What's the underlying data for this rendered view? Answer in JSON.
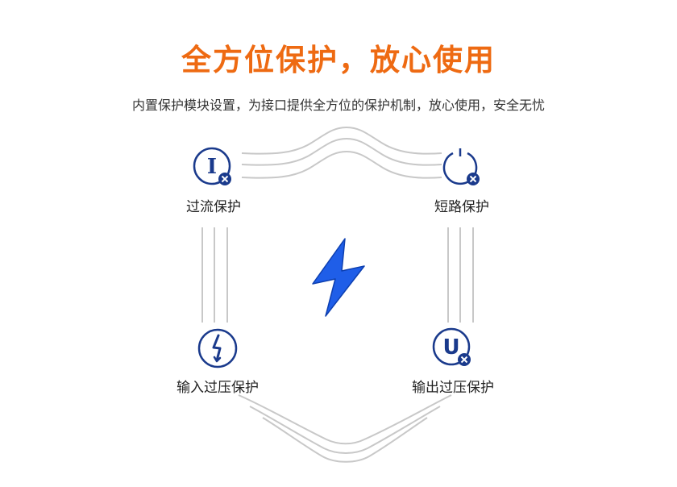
{
  "header": {
    "title": "全方位保护，放心使用",
    "subtitle": "内置保护模块设置，为接口提供全方位的保护机制，放心使用，安全无忧"
  },
  "features": [
    {
      "label": "过流保护",
      "icon": "overcurrent-icon"
    },
    {
      "label": "短路保护",
      "icon": "short-circuit-icon"
    },
    {
      "label": "输入过压保护",
      "icon": "input-overvoltage-icon"
    },
    {
      "label": "输出过压保护",
      "icon": "output-overvoltage-icon"
    }
  ],
  "icon_glyphs": {
    "overcurrent": "I",
    "output_overvoltage": "U"
  },
  "colors": {
    "title": "#ee6a12",
    "icon_blue": "#1a3a8c",
    "bolt_blue": "#1f5ee8",
    "line_gray": "#c8c8c8"
  }
}
